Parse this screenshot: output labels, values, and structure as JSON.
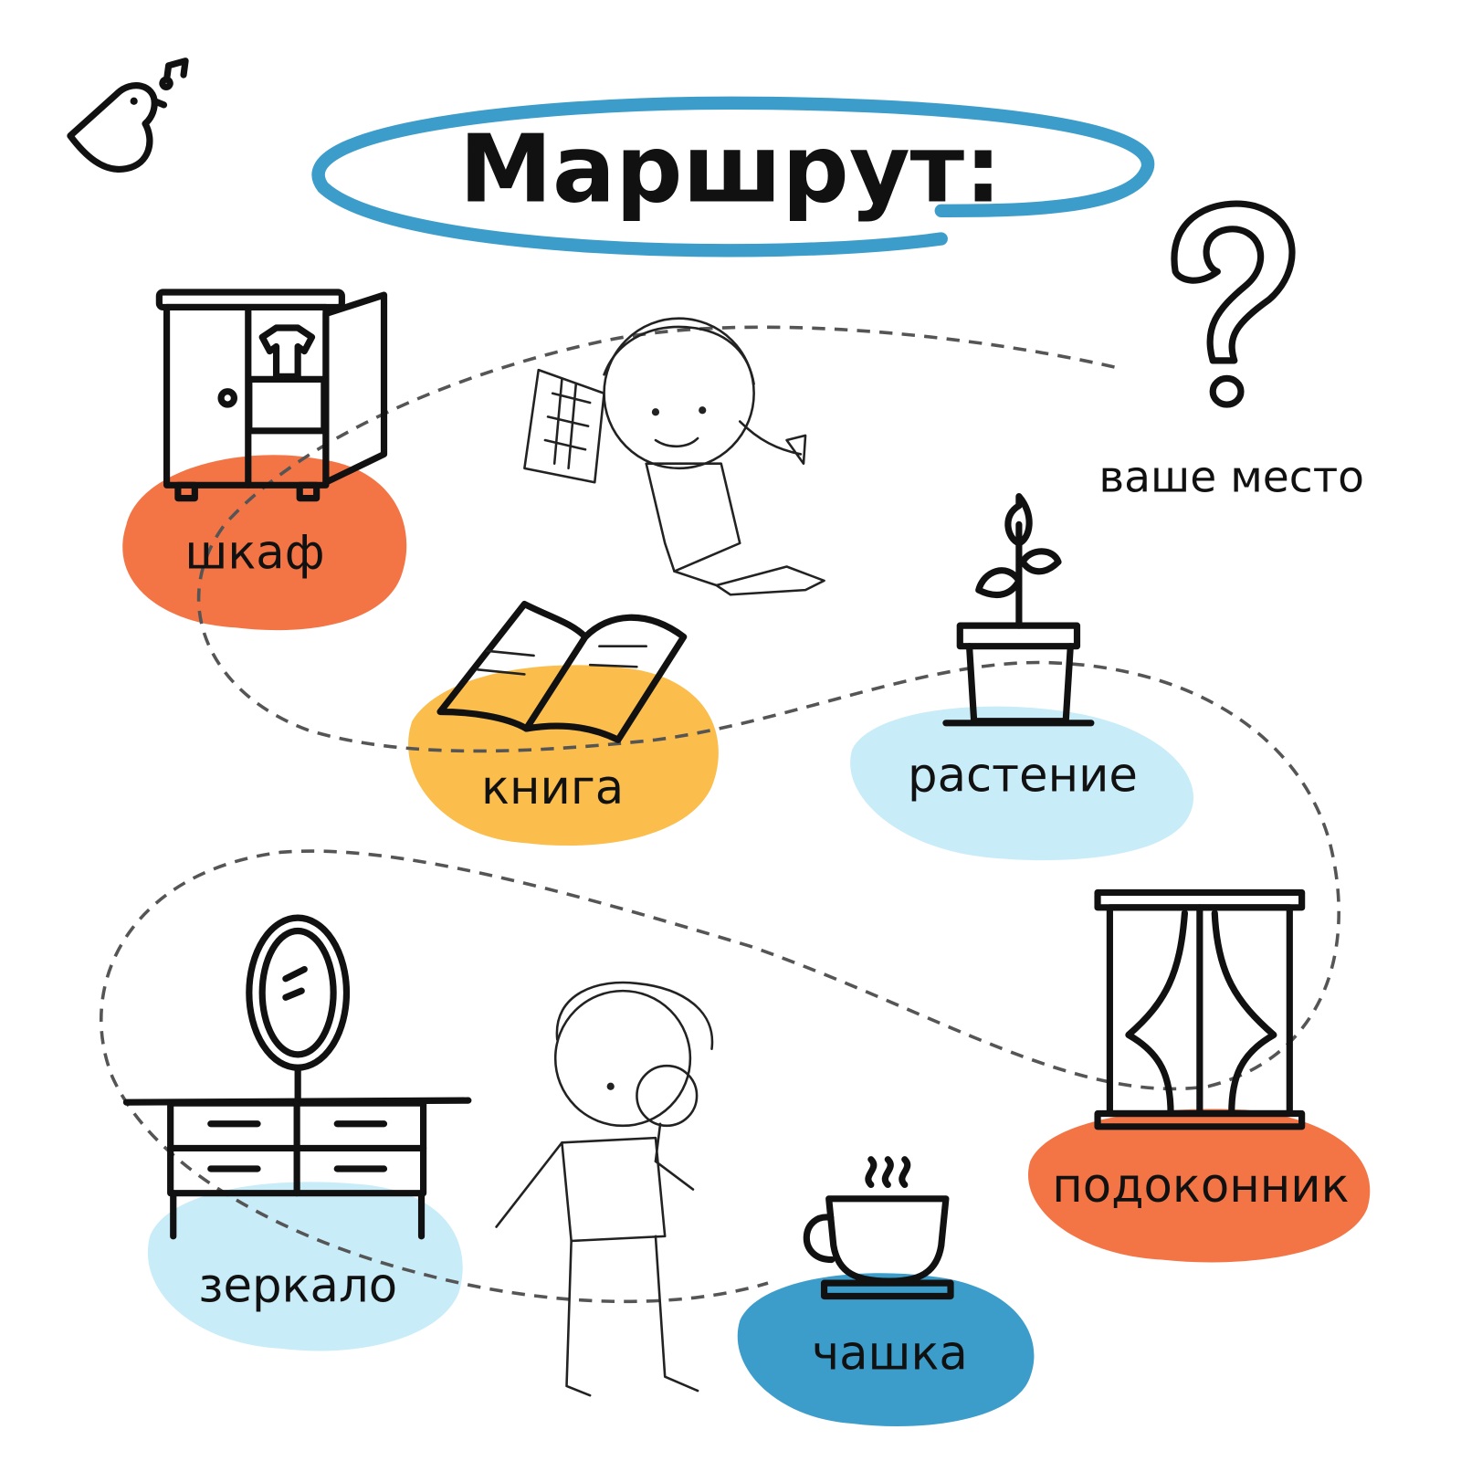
{
  "title": "Маршрут:",
  "your_place_label": "ваше место",
  "items": [
    {
      "label": "шкаф",
      "icon": "wardrobe-icon",
      "color": "#f37545"
    },
    {
      "label": "книга",
      "icon": "book-icon",
      "color": "#fbbd4c"
    },
    {
      "label": "растение",
      "icon": "plant-icon",
      "color": "#c9ecf9"
    },
    {
      "label": "подоконник",
      "icon": "window-sill-icon",
      "color": "#f37545"
    },
    {
      "label": "чашка",
      "icon": "cup-icon",
      "color": "#3c9dcb"
    },
    {
      "label": "зеркало",
      "icon": "mirror-dresser-icon",
      "color": "#c9ecf9"
    }
  ],
  "colors": {
    "accent": "#3c9dcb",
    "path": "#555555"
  }
}
